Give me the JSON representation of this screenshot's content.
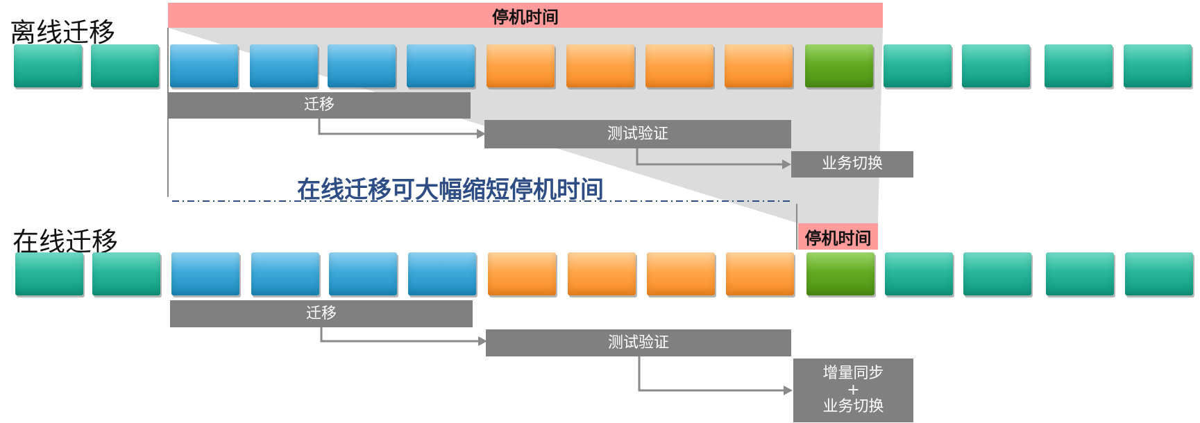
{
  "offline": {
    "title": "离线迁移",
    "downtime_label": "停机时间",
    "phases": {
      "migrate": "迁移",
      "test": "测试验证",
      "cutover": "业务切换"
    }
  },
  "online": {
    "title": "在线迁移",
    "downtime_label": "停机时间",
    "phases": {
      "migrate": "迁移",
      "test": "测试验证",
      "cutover_line1": "增量同步",
      "cutover_line2": "+",
      "cutover_line3": "业务切换"
    }
  },
  "headline": "在线迁移可大幅缩短停机时间",
  "block_sequence": [
    "teal",
    "teal",
    "blue",
    "blue",
    "blue",
    "blue",
    "orange",
    "orange",
    "orange",
    "orange",
    "green",
    "teal",
    "teal",
    "teal",
    "teal"
  ],
  "colors": {
    "teal": "#29b79c",
    "blue": "#3fa9da",
    "orange": "#ffa649",
    "green": "#64ab22",
    "downtime_banner": "#ff9b9b",
    "phase_box": "#808080",
    "headline": "#2e4d84"
  }
}
